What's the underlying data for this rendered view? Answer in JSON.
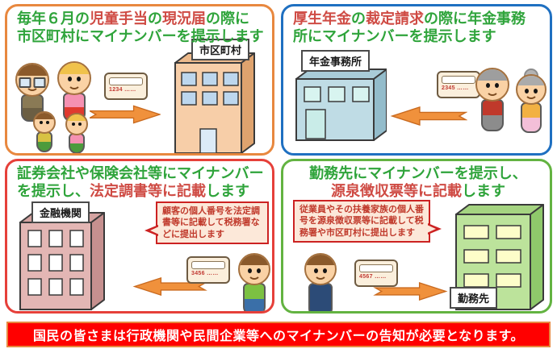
{
  "banner": {
    "text": "国民の皆さまは行政機関や民間企業等へのマイナンバーの告知が必要となります。",
    "bg": "#FF0000",
    "border": "#E8883F",
    "text_color": "#FFFFFF"
  },
  "colors": {
    "title_green": "#2FA43B",
    "title_red": "#CF4B44",
    "arrow_fill": "#F0913C",
    "arrow_stroke": "#C96A1F",
    "bubble_bg": "#FCE8D9",
    "bubble_border": "#CC2222"
  },
  "panels": [
    {
      "id": "child-allowance",
      "border_color": "#E8883F",
      "title_segments": [
        {
          "t": "毎年６月の",
          "c": "g"
        },
        {
          "t": "児童手当",
          "c": "r"
        },
        {
          "t": "の",
          "c": "g"
        },
        {
          "t": "現況届",
          "c": "r"
        },
        {
          "t": "の際に\n市区町村にマイナンバーを提示します",
          "c": "g"
        }
      ],
      "building_label": "市区町村",
      "card_number": "1234 ……",
      "arrow_direction": "right",
      "people": [
        "father",
        "mother",
        "boy",
        "girl"
      ]
    },
    {
      "id": "pension",
      "border_color": "#1F70C1",
      "title_segments": [
        {
          "t": "厚生年金",
          "c": "r"
        },
        {
          "t": "の",
          "c": "g"
        },
        {
          "t": "裁定請求",
          "c": "r"
        },
        {
          "t": "の際に年金事務\n所にマイナンバーを提示します",
          "c": "g"
        }
      ],
      "building_label": "年金事務所",
      "card_number": "2345 ……",
      "arrow_direction": "left",
      "people": [
        "grandfather",
        "grandmother"
      ]
    },
    {
      "id": "financial",
      "border_color": "#E6403A",
      "title_segments": [
        {
          "t": "証券会社や保険会社等にマイナンバー\nを提示し、",
          "c": "g"
        },
        {
          "t": "法定調書等に記載",
          "c": "r"
        },
        {
          "t": "します",
          "c": "g"
        }
      ],
      "building_label": "金融機関",
      "bubble": "顧客の個人番号を法定調書等に記載して税務署などに提出します",
      "card_number": "3456 ……",
      "arrow_direction": "left",
      "people": [
        "customer"
      ]
    },
    {
      "id": "workplace",
      "border_color": "#63B341",
      "title_segments": [
        {
          "t": "勤務先にマイナンバーを提示し、\n",
          "c": "g"
        },
        {
          "t": "源泉徴収票等に記載",
          "c": "r"
        },
        {
          "t": "します",
          "c": "g"
        }
      ],
      "building_label": "勤務先",
      "bubble": "従業員やその扶養家族の個人番号を源泉徴収票等に記載して税務署や市区町村に提出します",
      "card_number": "4567 ……",
      "arrow_direction": "right",
      "people": [
        "employee"
      ]
    }
  ]
}
